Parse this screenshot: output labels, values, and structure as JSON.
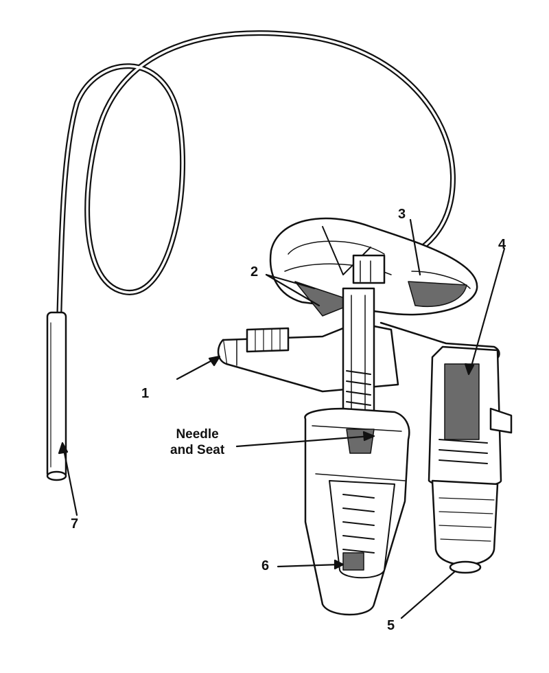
{
  "diagram": {
    "callouts": {
      "c1": "1",
      "c2": "2",
      "c3": "3",
      "c4": "4",
      "c5": "5",
      "c6": "6",
      "c7": "7",
      "needle_and_seat": "Needle\nand Seat"
    },
    "colors": {
      "ink": "#111111",
      "paper": "#ffffff",
      "shade": "#6b6b6b"
    }
  }
}
